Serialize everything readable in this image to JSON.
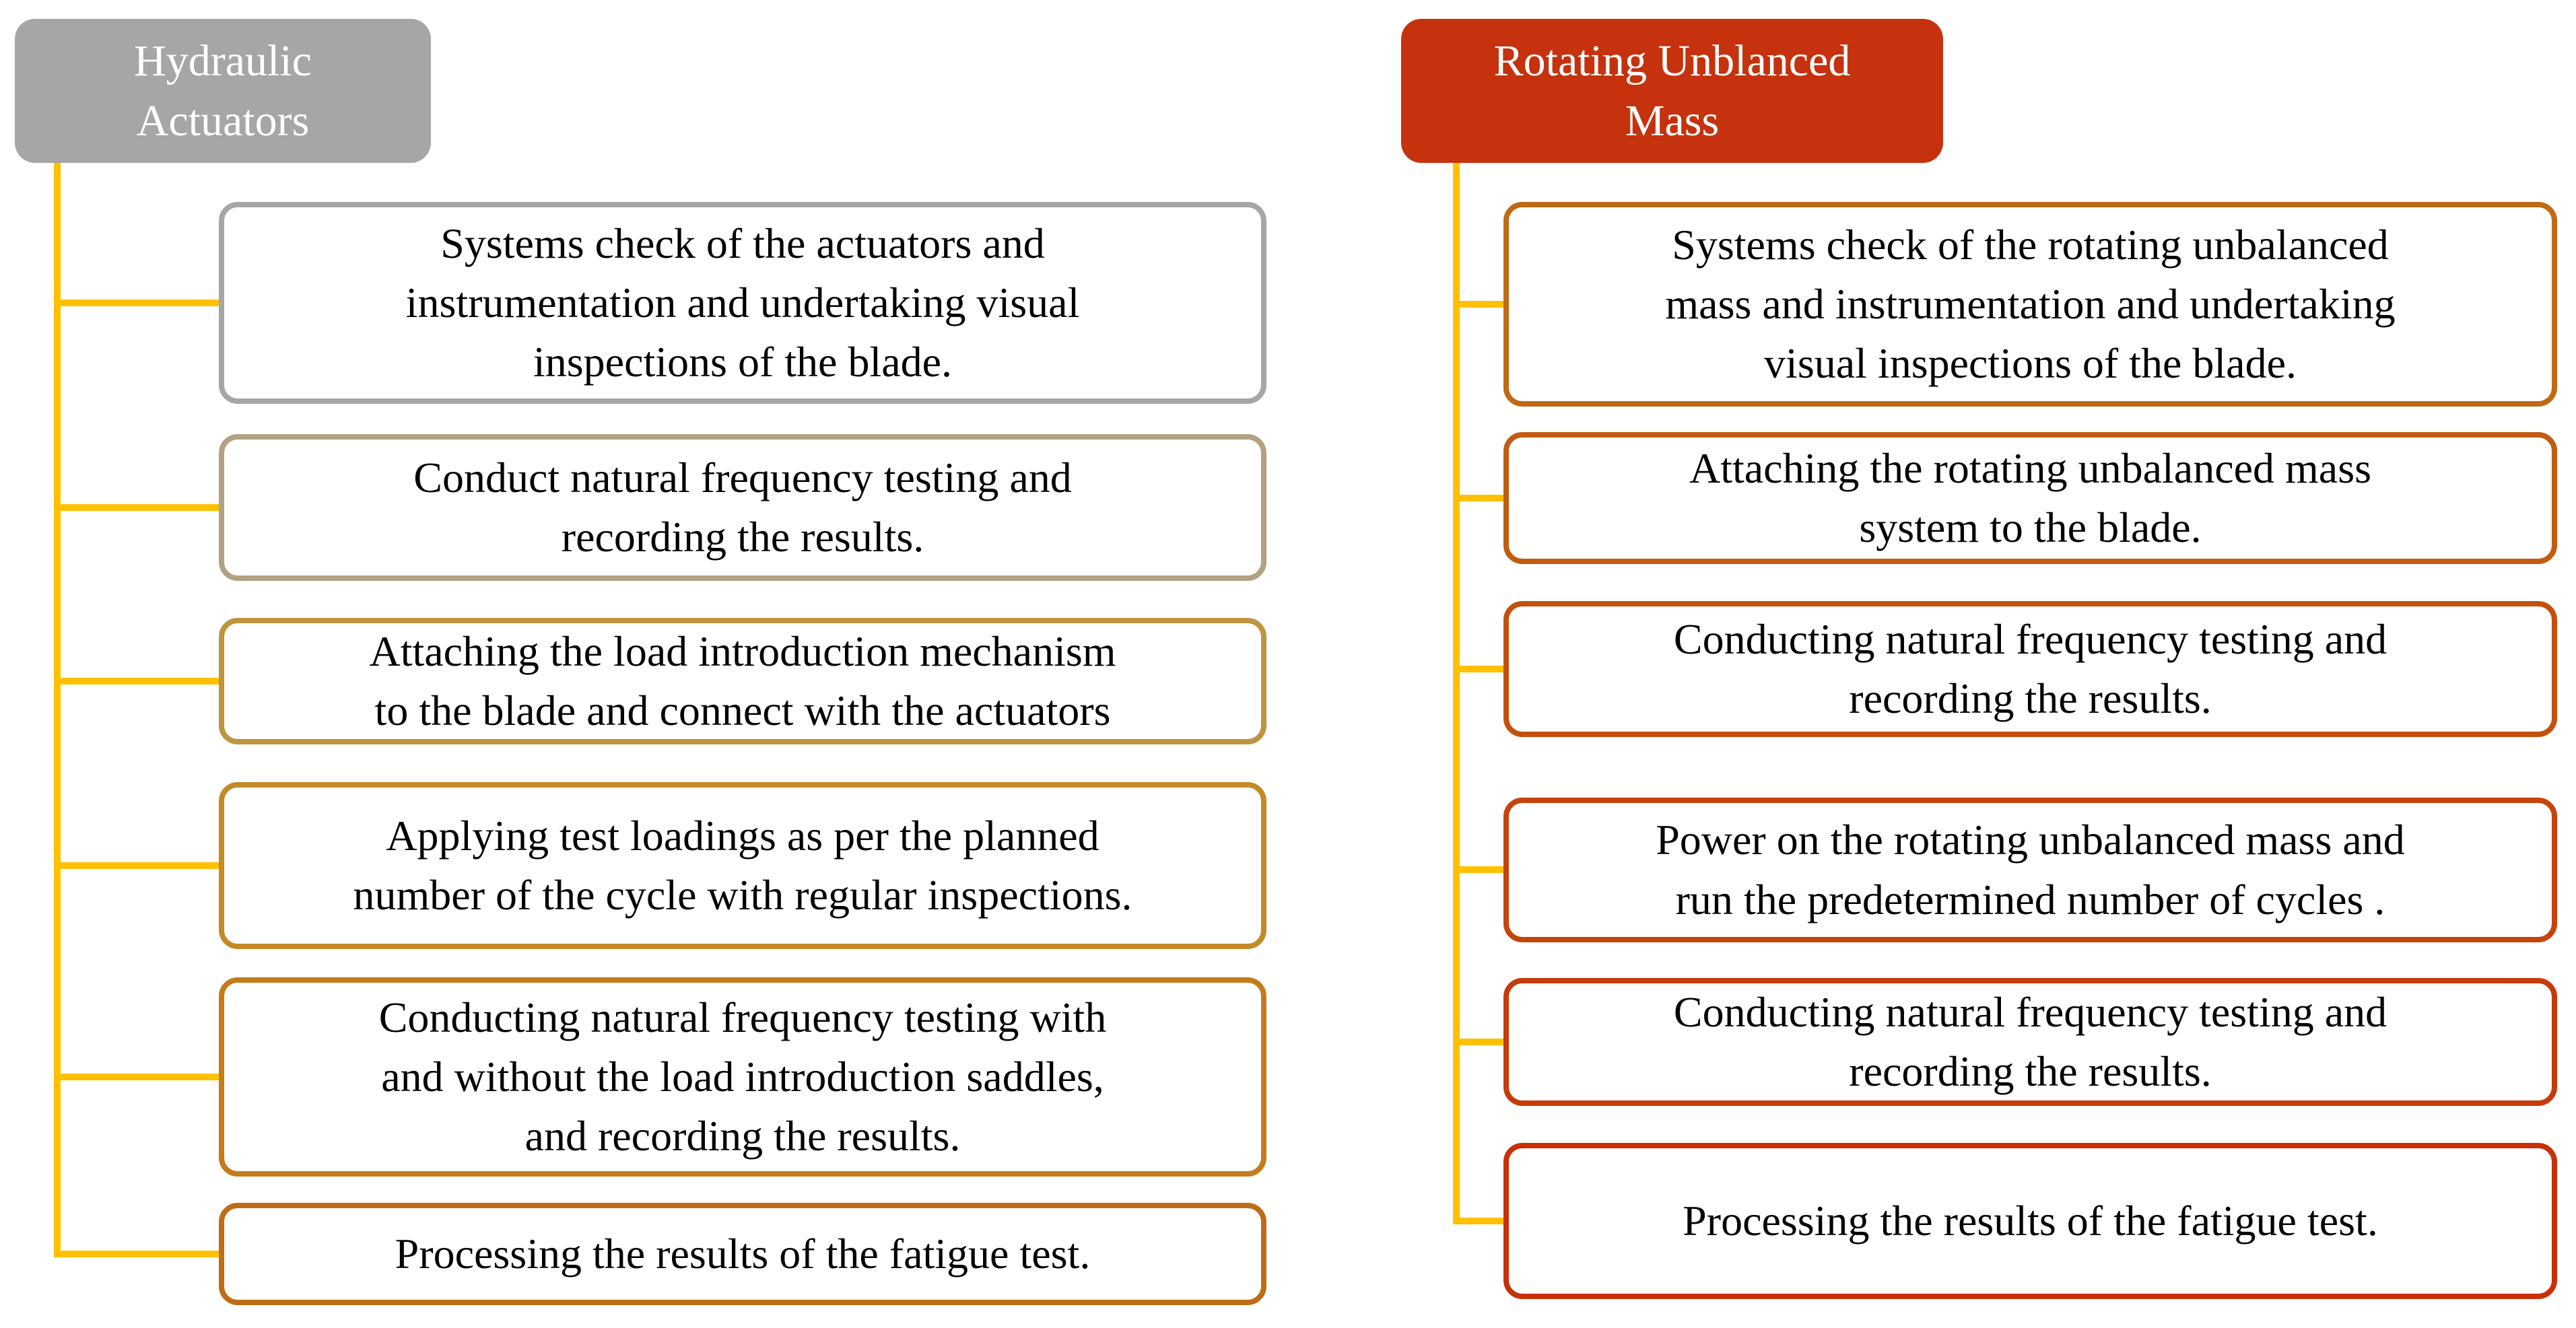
{
  "diagram": {
    "connector_color": "#FFC000",
    "text_color": "#000000",
    "columns": [
      {
        "id": "hydraulic-actuators",
        "header": {
          "label": "Hydraulic\nActuators",
          "bg": "#A6A6A6",
          "text_color": "#FFFFFF"
        },
        "steps": [
          {
            "text": "Systems check of the actuators and\ninstrumentation and undertaking visual\ninspections of the blade.",
            "border": "#A6A6A6"
          },
          {
            "text": "Conduct natural frequency testing and\nrecording the results.",
            "border": "#B3A183"
          },
          {
            "text": "Attaching the load introduction mechanism\nto the blade and connect with the actuators",
            "border": "#BE9440"
          },
          {
            "text": "Applying test loadings as per the planned\nnumber of the cycle with regular inspections.",
            "border": "#C38A26"
          },
          {
            "text": "Conducting natural frequency testing with\nand without the load introduction saddles,\nand recording the results.",
            "border": "#C47C1B"
          },
          {
            "text": "Processing the results of the fatigue test.",
            "border": "#BF6D15"
          }
        ]
      },
      {
        "id": "rotating-unbalanced-mass",
        "header": {
          "label": "Rotating Unblanced\nMass",
          "bg": "#C5320D",
          "text_color": "#FFFFFF"
        },
        "steps": [
          {
            "text": "Systems check of the rotating unbalanced\nmass and instrumentation and undertaking\nvisual inspections of the blade.",
            "border": "#BF6A15"
          },
          {
            "text": "Attaching the rotating unbalanced mass\nsystem to the blade.",
            "border": "#C15C10"
          },
          {
            "text": "Conducting natural frequency testing and\nrecording the results.",
            "border": "#C4500E"
          },
          {
            "text": "Power on the rotating unbalanced mass and\nrun the predetermined number of cycles .",
            "border": "#C6440C"
          },
          {
            "text": "Conducting natural frequency testing and\nrecording the results.",
            "border": "#C73A0A"
          },
          {
            "text": "Processing the results of the fatigue test.",
            "border": "#C93008"
          }
        ]
      }
    ]
  }
}
